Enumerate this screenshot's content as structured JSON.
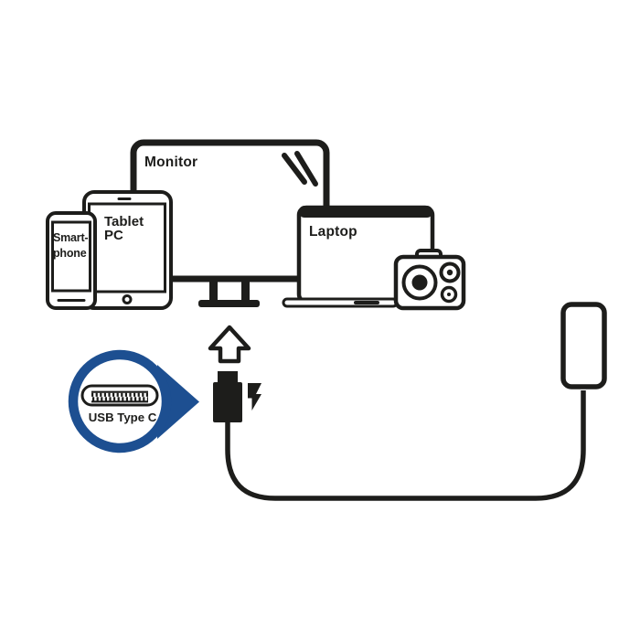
{
  "diagram": {
    "title": "USB Type C charging connectivity diagram",
    "labels": {
      "monitor": "Monitor",
      "tablet_line1": "Tablet",
      "tablet_line2": "PC",
      "smartphone_line1": "Smart-",
      "smartphone_line2": "phone",
      "laptop": "Laptop",
      "usb_type_c": "USB Type C"
    },
    "devices": [
      "Smartphone",
      "Tablet PC",
      "Monitor",
      "Laptop",
      "Camera",
      "Charger"
    ],
    "icons": {
      "up_arrow_icon": "hollow upward arrow (plug-in direction)",
      "lightning_bolt_icon": "⚡ charging bolt",
      "usb_c_plug_icon": "solid black USB-C plug on cable",
      "usb_c_connector_icon": "USB-C port pill with pin rows",
      "screen_shine_icon": "double diagonal gloss lines",
      "badge_pointer_icon": "circular callout badge pointing right"
    },
    "colors": {
      "line_black": "#1d1d1b",
      "badge_blue": "#1d4f91",
      "background": "#ffffff"
    }
  }
}
